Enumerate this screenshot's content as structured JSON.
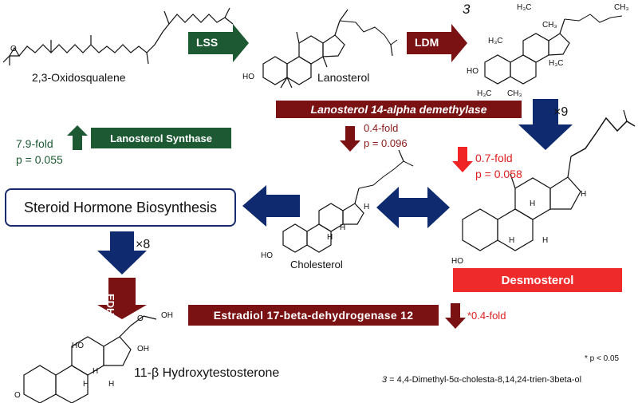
{
  "colors": {
    "green": "#1d5a33",
    "dark_red": "#7a1214",
    "navy": "#0f2a6e",
    "red": "#ee2a2a",
    "bright_red": "#f02424",
    "text_red": "#e02020",
    "text_dark_red": "#8a1a1a",
    "text_green": "#1d5a33"
  },
  "molecules": {
    "oxidosqualene": "2,3-Oxidosqualene",
    "lanosterol": "Lanosterol",
    "cholesterol": "Cholesterol",
    "desmosterol": "Desmosterol",
    "hydroxytestosterone": "11-β Hydroxytestosterone",
    "compound3_label": "3"
  },
  "enzymes": {
    "lss_short": "LSS",
    "ldm_short": "LDM",
    "edh_short": "EDH",
    "lss_full": "Lanosterol Synthase",
    "ldm_full": "Lanosterol 14-alpha demethylase",
    "edh_full": "Estradiol 17-beta-dehydrogenase 12"
  },
  "pathway_box": "Steroid Hormone Biosynthesis",
  "fold_changes": {
    "lss_fold": "7.9-fold",
    "lss_p": "p = 0.055",
    "ldm_fold": "0.4-fold",
    "ldm_p": "p = 0.096",
    "desmo_fold": "0.7-fold",
    "desmo_p": "p = 0.058",
    "edh_fold": "*0.4-fold"
  },
  "multipliers": {
    "x9": "×9",
    "x8": "×8"
  },
  "footnotes": {
    "sig": "* p < 0.05",
    "compound3_prefix": "3",
    "compound3_def": " = 4,4-Dimethyl-5α-cholesta-8,14,24-trien-3beta-ol"
  },
  "atom_labels": {
    "ho": "HO",
    "h": "H",
    "oh": "OH",
    "o": "O",
    "o_carbonyl": "O",
    "h3c": "H₃C",
    "ch3": "CH₃",
    "ch3_plain": "CH₃"
  }
}
